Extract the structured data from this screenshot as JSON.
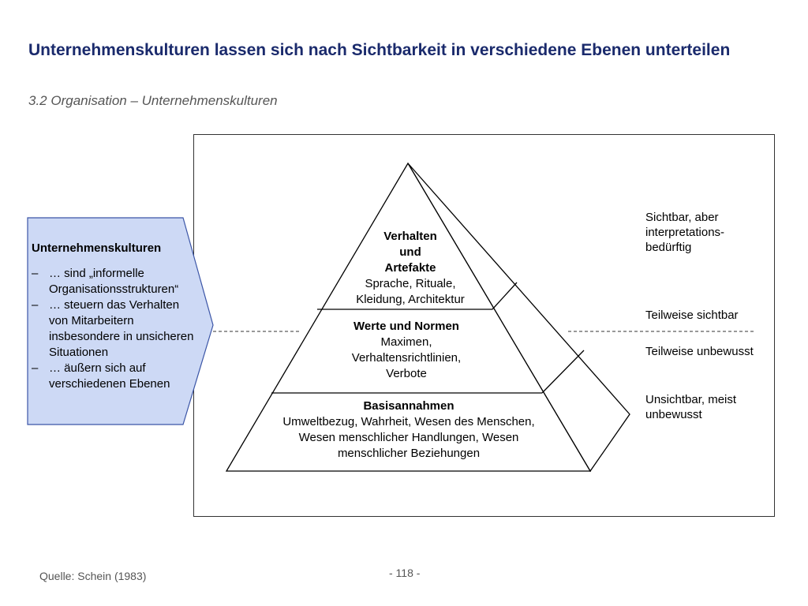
{
  "title": "Unternehmenskulturen lassen sich nach Sichtbarkeit in verschiedene Ebenen unterteilen",
  "subtitle": "3.2 Organisation – Unternehmenskulturen",
  "callout": {
    "heading": "Unternehmenskulturen",
    "items": [
      "… sind „informelle Organisationsstrukturen“",
      "… steuern das Verhalten von Mitarbeitern insbesondere in unsicheren Situationen",
      "… äußern sich auf verschiedenen Ebenen"
    ],
    "dash": "–"
  },
  "pyramid": {
    "levels": [
      {
        "heading": "Verhalten und Artefakte",
        "text": "Sprache, Rituale, Kleidung, Architektur"
      },
      {
        "heading": "Werte und Normen",
        "text": "Maximen, Verhaltensrichtlinien, Verbote"
      },
      {
        "heading": "Basisannahmen",
        "text": "Umweltbezug, Wahrheit, Wesen des Menschen, Wesen menschlicher Handlungen, Wesen menschlicher Beziehungen"
      }
    ]
  },
  "visibility_labels": {
    "top": "Sichtbar, aber interpretations-bedürftig",
    "partly_visible": "Teilweise sichtbar",
    "partly_unconscious": "Teilweise unbewusst",
    "bottom": "Unsichtbar, meist unbewusst"
  },
  "colors": {
    "title": "#1a2a6c",
    "callout_fill": "#cdd9f5",
    "callout_stroke": "#3b55a6"
  },
  "footer": {
    "source": "Quelle: Schein (1983)",
    "page": "- 118 -"
  }
}
